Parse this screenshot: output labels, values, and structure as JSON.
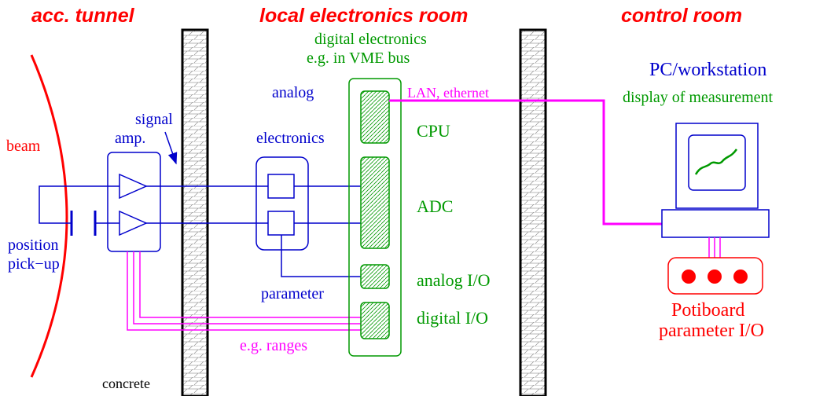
{
  "headers": {
    "tunnel": "acc. tunnel",
    "local_room": "local electronics room",
    "control_room": "control room"
  },
  "labels": {
    "beam": "beam",
    "position_line1": "position",
    "position_line2": "pick−up",
    "signal_amp_line1": "signal",
    "signal_amp_line2": "amp.",
    "analog_electronics_line1": "analog",
    "analog_electronics_line2": "electronics",
    "digital_electronics_line1": "digital electronics",
    "digital_electronics_line2": "e.g. in VME bus",
    "lan": "LAN, ethernet",
    "cpu": "CPU",
    "adc": "ADC",
    "analog_io": "analog I/O",
    "digital_io": "digital I/O",
    "parameter": "parameter",
    "ranges": "e.g. ranges",
    "concrete": "concrete",
    "pc_workstation": "PC/workstation",
    "display": "display of measurement",
    "potiboard_line1": "Potiboard",
    "potiboard_line2": "parameter I/O"
  },
  "colors": {
    "red": "#ff0000",
    "blue": "#0000cc",
    "green": "#009900",
    "magenta": "#ff00ff",
    "black": "#000000"
  }
}
